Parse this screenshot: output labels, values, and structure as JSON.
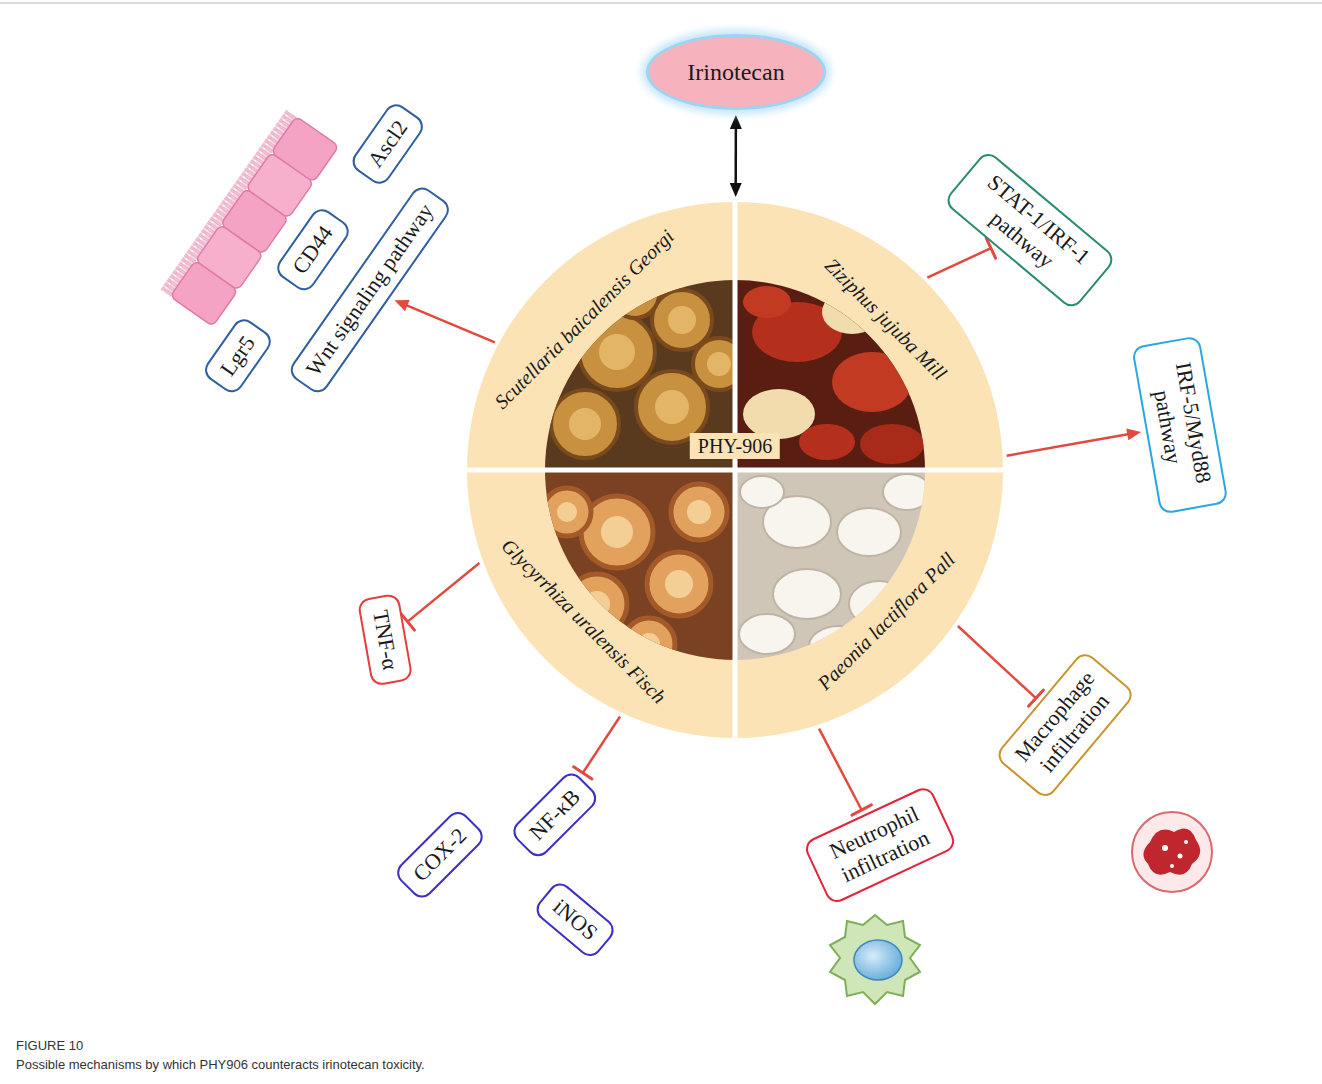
{
  "diagram": {
    "caption": "Possible mechanisms by which PHY906 counteracts irinotecan toxicity.",
    "nodes": [
      {
        "text": [
          "Irinotecan"
        ]
      },
      {
        "text": [
          "PHY-906"
        ]
      },
      {
        "text": [
          "Scutellaria baicalensis Georgi"
        ],
        "in": 1
      },
      {
        "text": [
          "Ziziphus jujuba Mill"
        ],
        "in": 1
      },
      {
        "text": [
          "Glycyrrhiza uralensis Fisch"
        ],
        "in": 1
      },
      {
        "text": [
          "Paeonia lactiflora Pall"
        ],
        "in": 1
      },
      {
        "text": [
          "Lgr5"
        ]
      },
      {
        "text": [
          "CD44"
        ]
      },
      {
        "text": [
          "Ascl2"
        ]
      },
      {
        "text": [
          "Wnt signaling pathway"
        ]
      },
      {
        "text": [
          "STAT-1/IRF-1 pathway"
        ]
      },
      {
        "text": [
          "IRF-5/Myd88 pathway"
        ]
      },
      {
        "text": [
          "TNF-α"
        ]
      },
      {
        "text": [
          "NF-κB"
        ]
      },
      {
        "text": [
          "COX-2"
        ]
      },
      {
        "text": [
          "iNOS"
        ]
      },
      {
        "text": [
          "Macrophage infiltration"
        ]
      },
      {
        "text": [
          "Neutrophil infiltration"
        ]
      }
    ],
    "edges": [
      {
        "from": 0,
        "to": 1,
        "arrow": "both"
      },
      {
        "from": 2,
        "to": 9,
        "arrow": "to"
      },
      {
        "from": 3,
        "to": 10,
        "arrow": "to"
      },
      {
        "from": 3,
        "to": 11,
        "arrow": "to"
      },
      {
        "from": 4,
        "to": 12,
        "arrow": "to"
      },
      {
        "from": 4,
        "to": 13,
        "arrow": "to"
      },
      {
        "from": 5,
        "to": 16,
        "arrow": "to"
      },
      {
        "from": 5,
        "to": 17,
        "arrow": "to"
      }
    ],
    "labels": [
      "FIGURE 10"
    ]
  }
}
